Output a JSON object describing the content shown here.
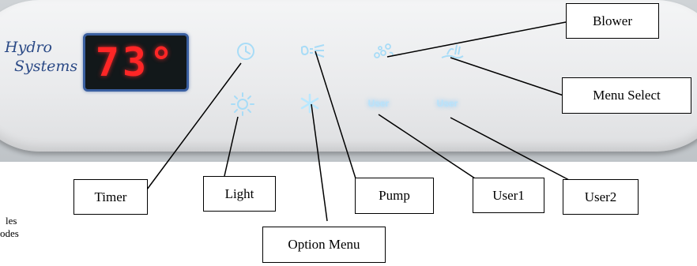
{
  "panel": {
    "brand_line1": "Hydro",
    "brand_line2": "Systems",
    "temperature": "73°"
  },
  "buttons": {
    "timer": "timer-icon",
    "pump": "pump-icon",
    "blower": "blower-icon",
    "menu_select": "menu-select-icon",
    "light": "light-icon",
    "option_menu": "option-menu-icon",
    "user1": "User",
    "user2": "User"
  },
  "callouts": {
    "blower": "Blower",
    "menu_select": "Menu Select",
    "timer": "Timer",
    "light": "Light",
    "pump": "Pump",
    "user1": "User1",
    "user2": "User2",
    "option_menu": "Option Menu"
  },
  "side_text": {
    "line1": "les",
    "line2": "odes"
  },
  "colors": {
    "display_digits": "#ff2626",
    "button_glow": "#9fd4f0",
    "logo": "#2b4a86"
  }
}
